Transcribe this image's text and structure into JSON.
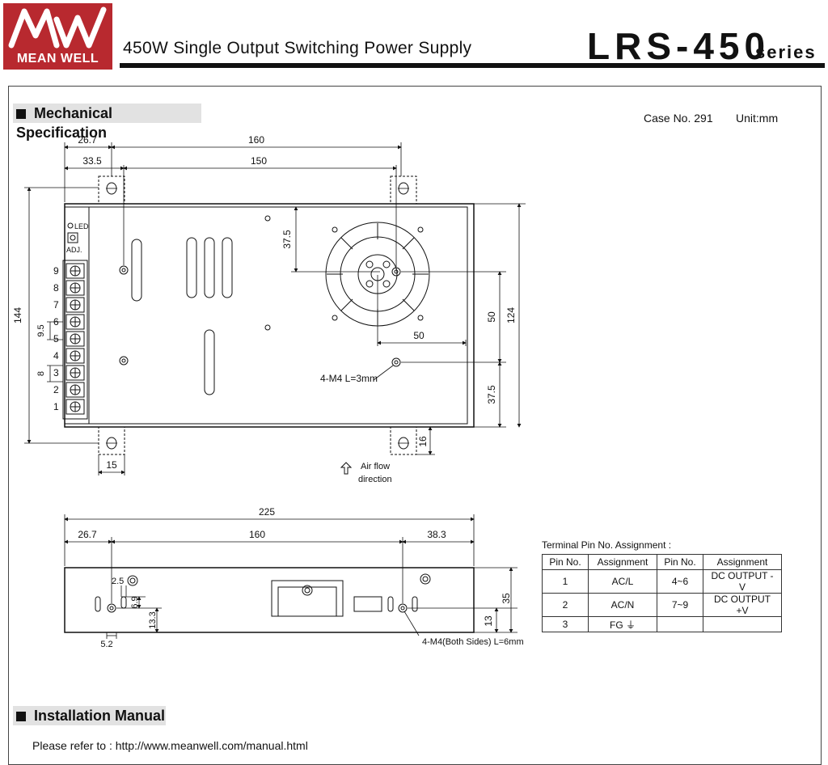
{
  "brand": {
    "logo_text": "MEAN WELL",
    "color": "#b8292f"
  },
  "header": {
    "title": "450W Single Output Switching Power Supply",
    "model": "LRS-450",
    "series": "series"
  },
  "mechanical": {
    "section_title": "Mechanical Specification",
    "case_no": "Case No. 291",
    "unit": "Unit:mm"
  },
  "top_view": {
    "dims": {
      "d26_7": "26.7",
      "d160": "160",
      "d33_5": "33.5",
      "d150": "150",
      "d37_5_top": "37.5",
      "d50_h": "50",
      "d50_v": "50",
      "d124": "124",
      "d37_5_bot": "37.5",
      "d144": "144",
      "d9_5": "9.5",
      "d8": "8",
      "d15": "15",
      "d16": "16"
    },
    "led_label": "LED",
    "adj_label": "ADJ.",
    "screw_label": "4-M4 L=3mm",
    "airflow_line1": "Air flow",
    "airflow_line2": "direction",
    "terminals": [
      "9",
      "8",
      "7",
      "6",
      "5",
      "4",
      "3",
      "2",
      "1"
    ]
  },
  "side_view": {
    "dims": {
      "d225": "225",
      "d26_7": "26.7",
      "d160": "160",
      "d38_3": "38.3",
      "d2_5": "2.5",
      "d6_9": "6.9",
      "d13_3": "13.3",
      "d5_2": "5.2",
      "d35": "35",
      "d13": "13"
    },
    "screw_label": "4-M4(Both Sides) L=6mm"
  },
  "pin_table": {
    "caption": "Terminal Pin No. Assignment :",
    "headers": [
      "Pin No.",
      "Assignment",
      "Pin No.",
      "Assignment"
    ],
    "rows": [
      [
        "1",
        "AC/L",
        "4~6",
        "DC OUTPUT -V"
      ],
      [
        "2",
        "AC/N",
        "7~9",
        "DC OUTPUT +V"
      ],
      [
        "3",
        "FG ⏚",
        "",
        ""
      ]
    ]
  },
  "installation": {
    "section_title": "Installation Manual",
    "text": "Please refer to : http://www.meanwell.com/manual.html"
  }
}
